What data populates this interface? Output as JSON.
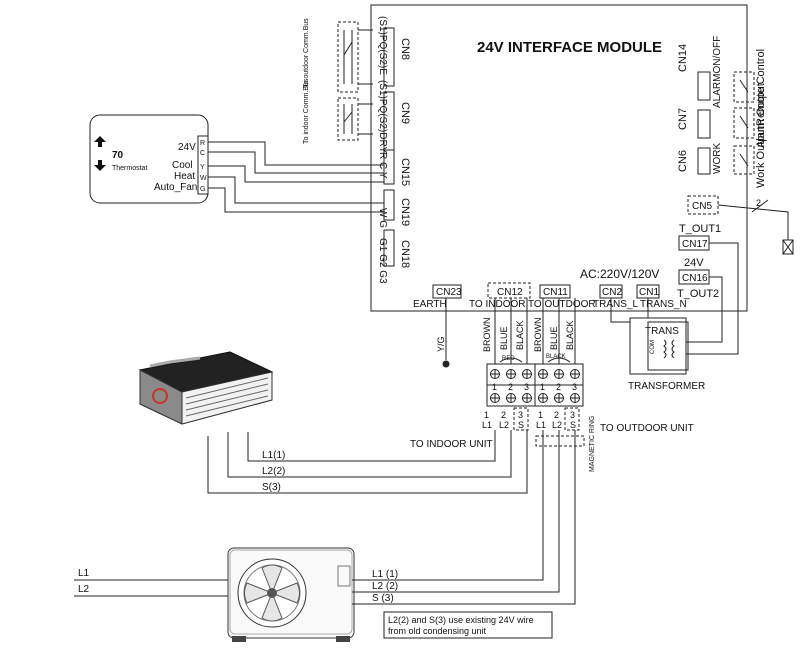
{
  "module": {
    "title": "24V INTERFACE MODULE",
    "ac_label": "AC:220V/120V",
    "cn8": "CN8",
    "cn8_pins": "(S1)PQ(S2)E",
    "cn8_side": "To outdoor Comm.Bus",
    "cn9": "CN9",
    "cn9_pins": "(S1)PQ(S2)DRY",
    "cn9_side": "To indoor Comm.Bus",
    "cn15": "CN15",
    "cn15_pins": "R C Y",
    "cn19": "CN19",
    "cn19_pins": "W G",
    "cn18": "CN18",
    "cn18_pins": "G1 G2 G3",
    "cn14": "CN14",
    "cn14_label": "ALARMON/OFF",
    "cn7": "CN7",
    "cn7_label": "ALARM",
    "cn6": "CN6",
    "cn6_label": "WORK",
    "remote_label": "Remote Control",
    "alarm_label": "Alarm Output",
    "work_label": "Work Output",
    "cn5": "CN5",
    "cn5_num": "2",
    "t_out1": "T_OUT1",
    "cn17": "CN17",
    "v24": "24V",
    "cn16": "CN16",
    "t_out2": "T_OUT2",
    "cn23": "CN23",
    "earth": "EARTH",
    "cn12": "CN12",
    "to_indoor": "TO INDOOR",
    "cn11": "CN11",
    "to_outdoor": "TO OUTDOOR",
    "cn2": "CN2",
    "trans_l": "TRANS_L",
    "cn1": "CN1",
    "trans_n": "TRANS_N"
  },
  "thermostat": {
    "temp": "70",
    "label": "Thermostat",
    "v24": "24V",
    "cool": "Cool",
    "heat": "Heat",
    "auto_fan": "Auto_Fan",
    "terminals": [
      "R",
      "C",
      "Y",
      "W",
      "G"
    ]
  },
  "transformer": {
    "trans": "TRANS",
    "com": "COM",
    "label": "TRANSFORMER"
  },
  "terminals": {
    "yg": "Y/G",
    "wire_colors": [
      "BROWN",
      "BLUE",
      "BLACK",
      "BROWN",
      "BLUE",
      "BLACK"
    ],
    "red": "RED",
    "black_small": "BLACK",
    "nums": [
      "1",
      "2",
      "3",
      "1",
      "2",
      "3"
    ],
    "labels": [
      "L1",
      "L2",
      "S",
      "L1",
      "L2",
      "S"
    ],
    "to_indoor_unit": "TO INDOOR UNIT",
    "to_outdoor_unit": "TO OUTDOOR UNIT",
    "magnetic_ring": "MAGNETIC RING"
  },
  "indoor_wires": [
    "L1(1)",
    "L2(2)",
    "S(3)"
  ],
  "outdoor": {
    "power_in": [
      "L1",
      "L2"
    ],
    "wires": [
      "L1 (1)",
      "L2 (2)",
      "S (3)"
    ],
    "note_line1": "L2(2) and S(3) use existing 24V wire",
    "note_line2": "from old condensing unit"
  }
}
